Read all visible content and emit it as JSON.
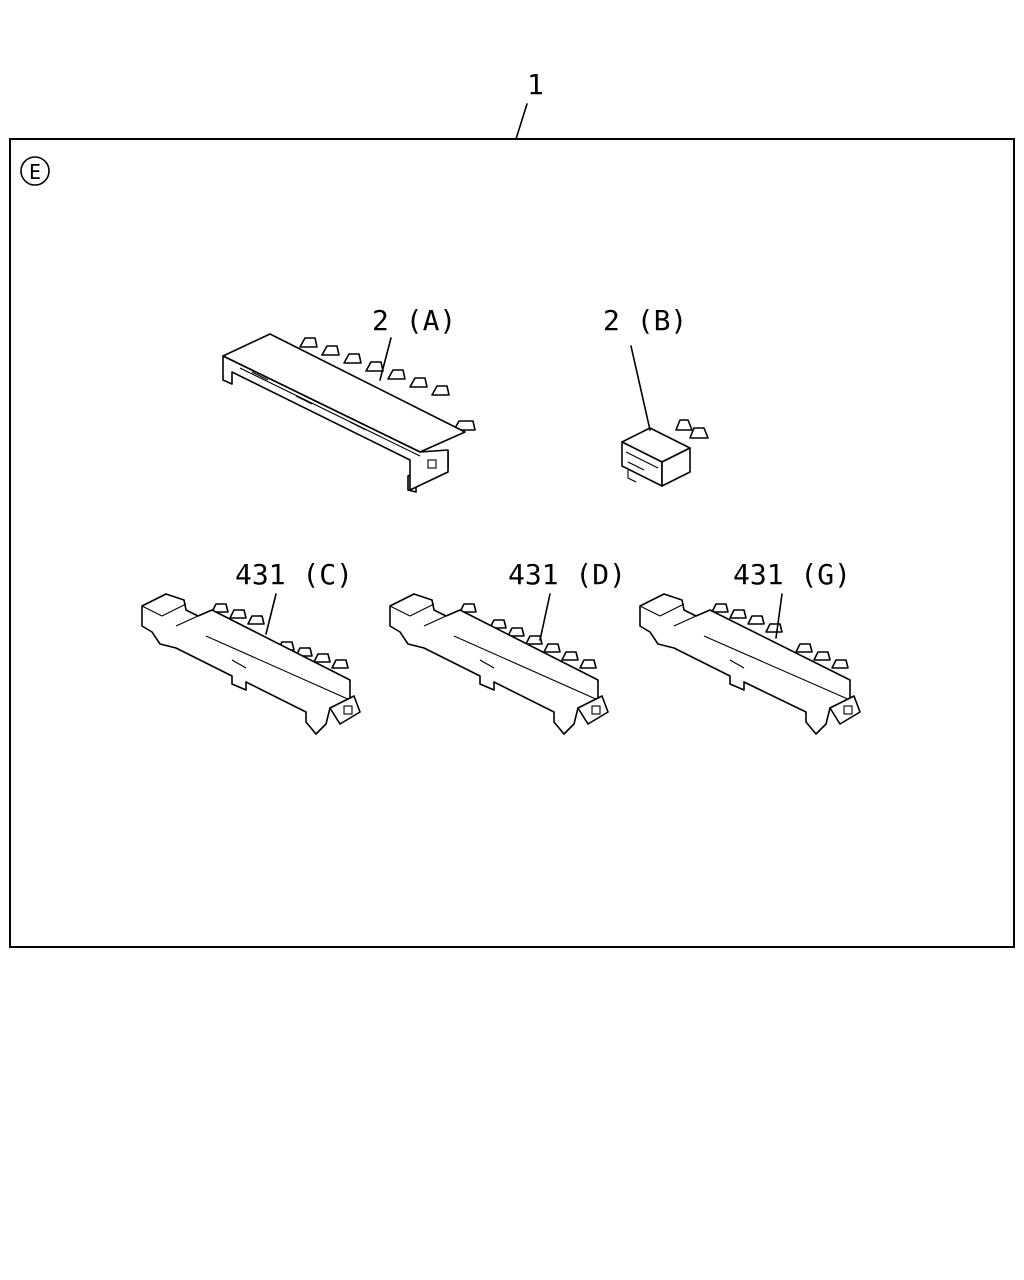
{
  "diagram": {
    "assembly_callout": "1",
    "section_marker": "E",
    "parts": [
      {
        "id": "part-2a",
        "label": "2 (A)"
      },
      {
        "id": "part-2b",
        "label": "2 (B)"
      },
      {
        "id": "part-431c",
        "label": "431 (C)"
      },
      {
        "id": "part-431d",
        "label": "431 (D)"
      },
      {
        "id": "part-431g",
        "label": "431 (G)"
      }
    ]
  }
}
